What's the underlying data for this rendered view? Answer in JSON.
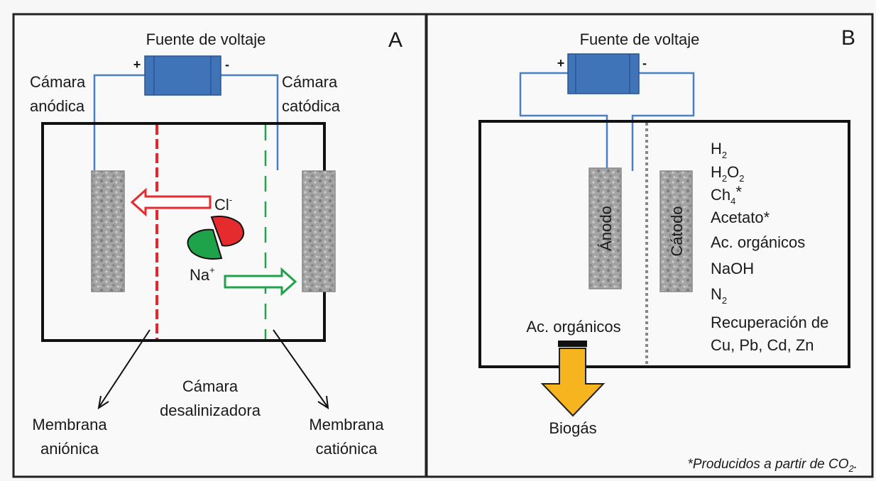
{
  "colors": {
    "wire": "#4a7fc1",
    "battery_fill": "#3f74b8",
    "battery_stroke": "#2a5590",
    "anion_membrane": "#e8262a",
    "cation_membrane": "#22a24a",
    "cl_ion": "#e52b2e",
    "na_ion": "#1fa34a",
    "electrode": "#9a9a9a",
    "biogas_arrow": "#f6b51e",
    "separator": "#888888"
  },
  "panel_a": {
    "letter": "A",
    "power_source": "Fuente de voltaje",
    "plus": "+",
    "minus": "-",
    "anode_chamber": [
      "Cámara",
      "anódica"
    ],
    "cathode_chamber": [
      "Cámara",
      "catódica"
    ],
    "cl_ion": {
      "base": "Cl",
      "charge": "-"
    },
    "na_ion": {
      "base": "Na",
      "charge": "+"
    },
    "desalination_chamber": [
      "Cámara",
      "desalinizadora"
    ],
    "anion_membrane": [
      "Membrana",
      "aniónica"
    ],
    "cation_membrane": [
      "Membrana",
      "catiónica"
    ]
  },
  "panel_b": {
    "letter": "B",
    "power_source": "Fuente de voltaje",
    "plus": "+",
    "minus": "-",
    "anode": "Ánodo",
    "cathode": "Cátodo",
    "products": [
      {
        "base": "H",
        "sub": "2",
        "rest": "",
        "tail": ""
      },
      {
        "base": "H",
        "sub": "2",
        "rest": "O",
        "sub2": "2",
        "tail": ""
      },
      {
        "base": "Ch",
        "sub": "4",
        "rest": "",
        "tail": "*"
      },
      {
        "text": "Acetato*"
      },
      {
        "text": "Ac. orgánicos"
      },
      {
        "text": "NaOH"
      },
      {
        "base": "N",
        "sub": "2",
        "rest": "",
        "tail": ""
      },
      {
        "text": "Recuperación de"
      },
      {
        "text": "Cu, Pb, Cd, Zn"
      }
    ],
    "organic_acids": "Ac. orgánicos",
    "biogas": "Biogás",
    "footnote": {
      "text": "*Producidos a partir de CO",
      "sub": "2",
      "end": "."
    }
  }
}
